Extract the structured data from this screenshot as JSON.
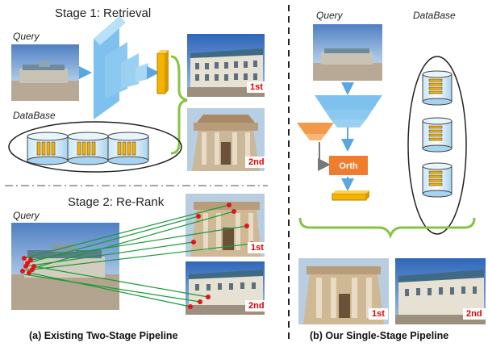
{
  "left": {
    "stage1_title": "Stage 1: Retrieval",
    "stage2_title": "Stage 2: Re-Rank",
    "query_label_1": "Query",
    "query_label_2": "Query",
    "database_label": "DataBase",
    "rank_1st_a": "1st",
    "rank_2nd_a": "2nd",
    "rank_1st_b": "1st",
    "rank_2nd_b": "2nd",
    "caption": "(a) Existing Two-Stage Pipeline"
  },
  "right": {
    "query_label": "Query",
    "database_label": "DataBase",
    "orth_label": "Orth",
    "rank_1st": "1st",
    "rank_2nd": "2nd",
    "caption": "(b) Our Single-Stage Pipeline"
  },
  "colors": {
    "cnn_blue": "#9fd3f5",
    "feature_yellow": "#f5b301",
    "orange_block": "#f29a4a",
    "brace_green": "#86c440",
    "match_line_green": "#1a9a3a",
    "keypoint_red": "#e0141e",
    "divider": "#222222"
  }
}
